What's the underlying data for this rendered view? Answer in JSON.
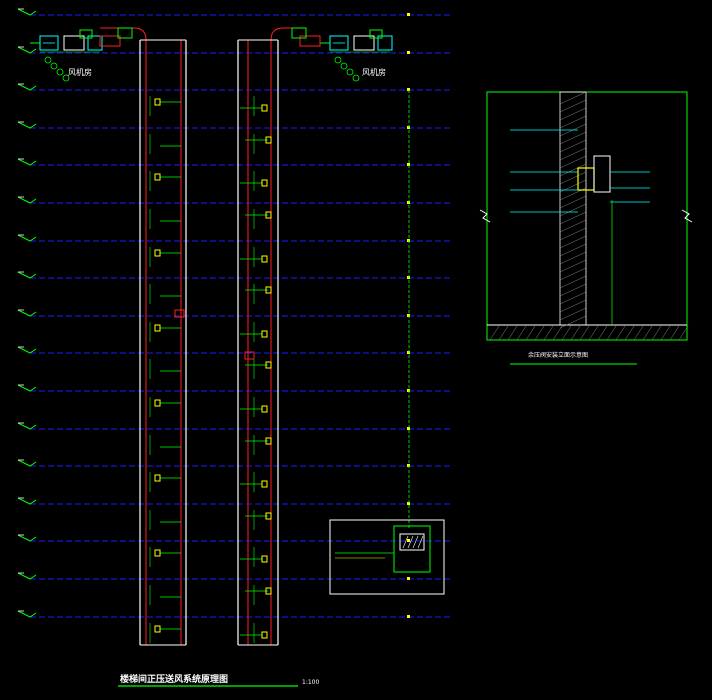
{
  "title": "楼梯间正压送风系统原理图",
  "scale": "1:100",
  "detail_title": "余压阀安装立面示意图",
  "room_labels": {
    "left": "风机房",
    "right": "风机房"
  },
  "colors": {
    "background": "#000000",
    "level_line": "#1c1cff",
    "level_mark": "#00ff00",
    "duct": "#ffffff",
    "duct_red": "#ff2020",
    "fan_box": "#00ffff",
    "annotation": "#00ff00",
    "valve": "#ffff00",
    "title": "#ffffff",
    "underline": "#00ff00"
  },
  "icons": [
    "fan-icon",
    "valve-icon",
    "pressure-relief-valve-icon",
    "break-symbol-icon",
    "hatch-wall-icon"
  ]
}
